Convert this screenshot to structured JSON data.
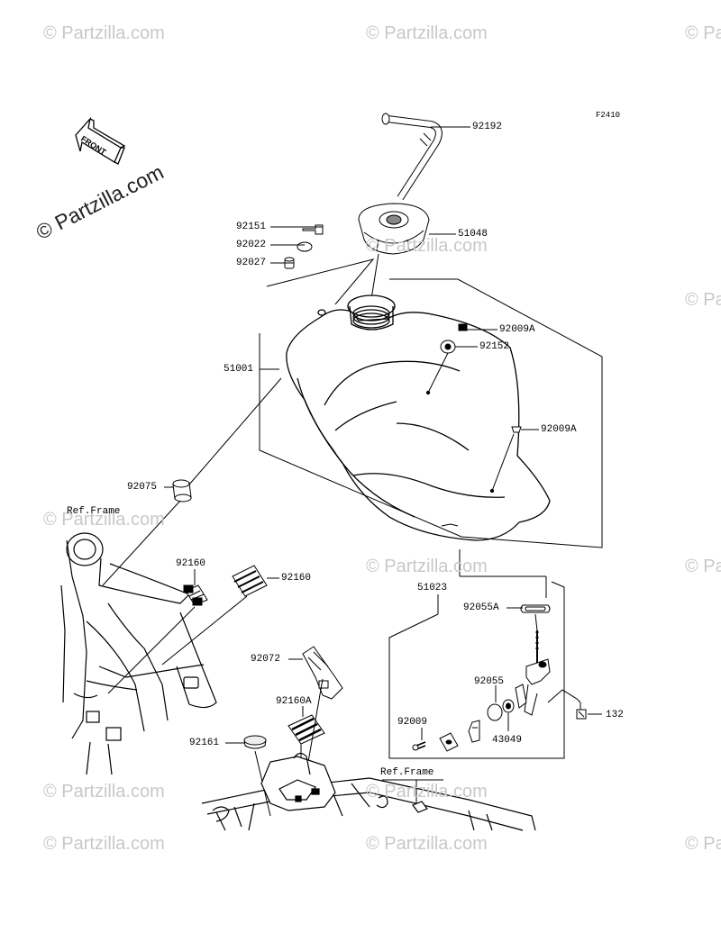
{
  "watermark": {
    "small": "© Partzilla.com",
    "large": "© Partzilla.com"
  },
  "figure_code": "F2410",
  "front_label": "FRONT",
  "labels": {
    "p92192": "92192",
    "p92151": "92151",
    "p51048": "51048",
    "p92022": "92022",
    "p92027": "92027",
    "p92009A_1": "92009A",
    "p92152": "92152",
    "p51001": "51001",
    "p92009A_2": "92009A",
    "p92075": "92075",
    "ref_frame_1": "Ref.Frame",
    "p92160_1": "92160",
    "p92160_2": "92160",
    "p51023": "51023",
    "p92055A": "92055A",
    "p92072": "92072",
    "p92055": "92055",
    "p92160A": "92160A",
    "p92009": "92009",
    "p43049": "43049",
    "p132": "132",
    "p92161": "92161",
    "ref_frame_2": "Ref.Frame"
  }
}
